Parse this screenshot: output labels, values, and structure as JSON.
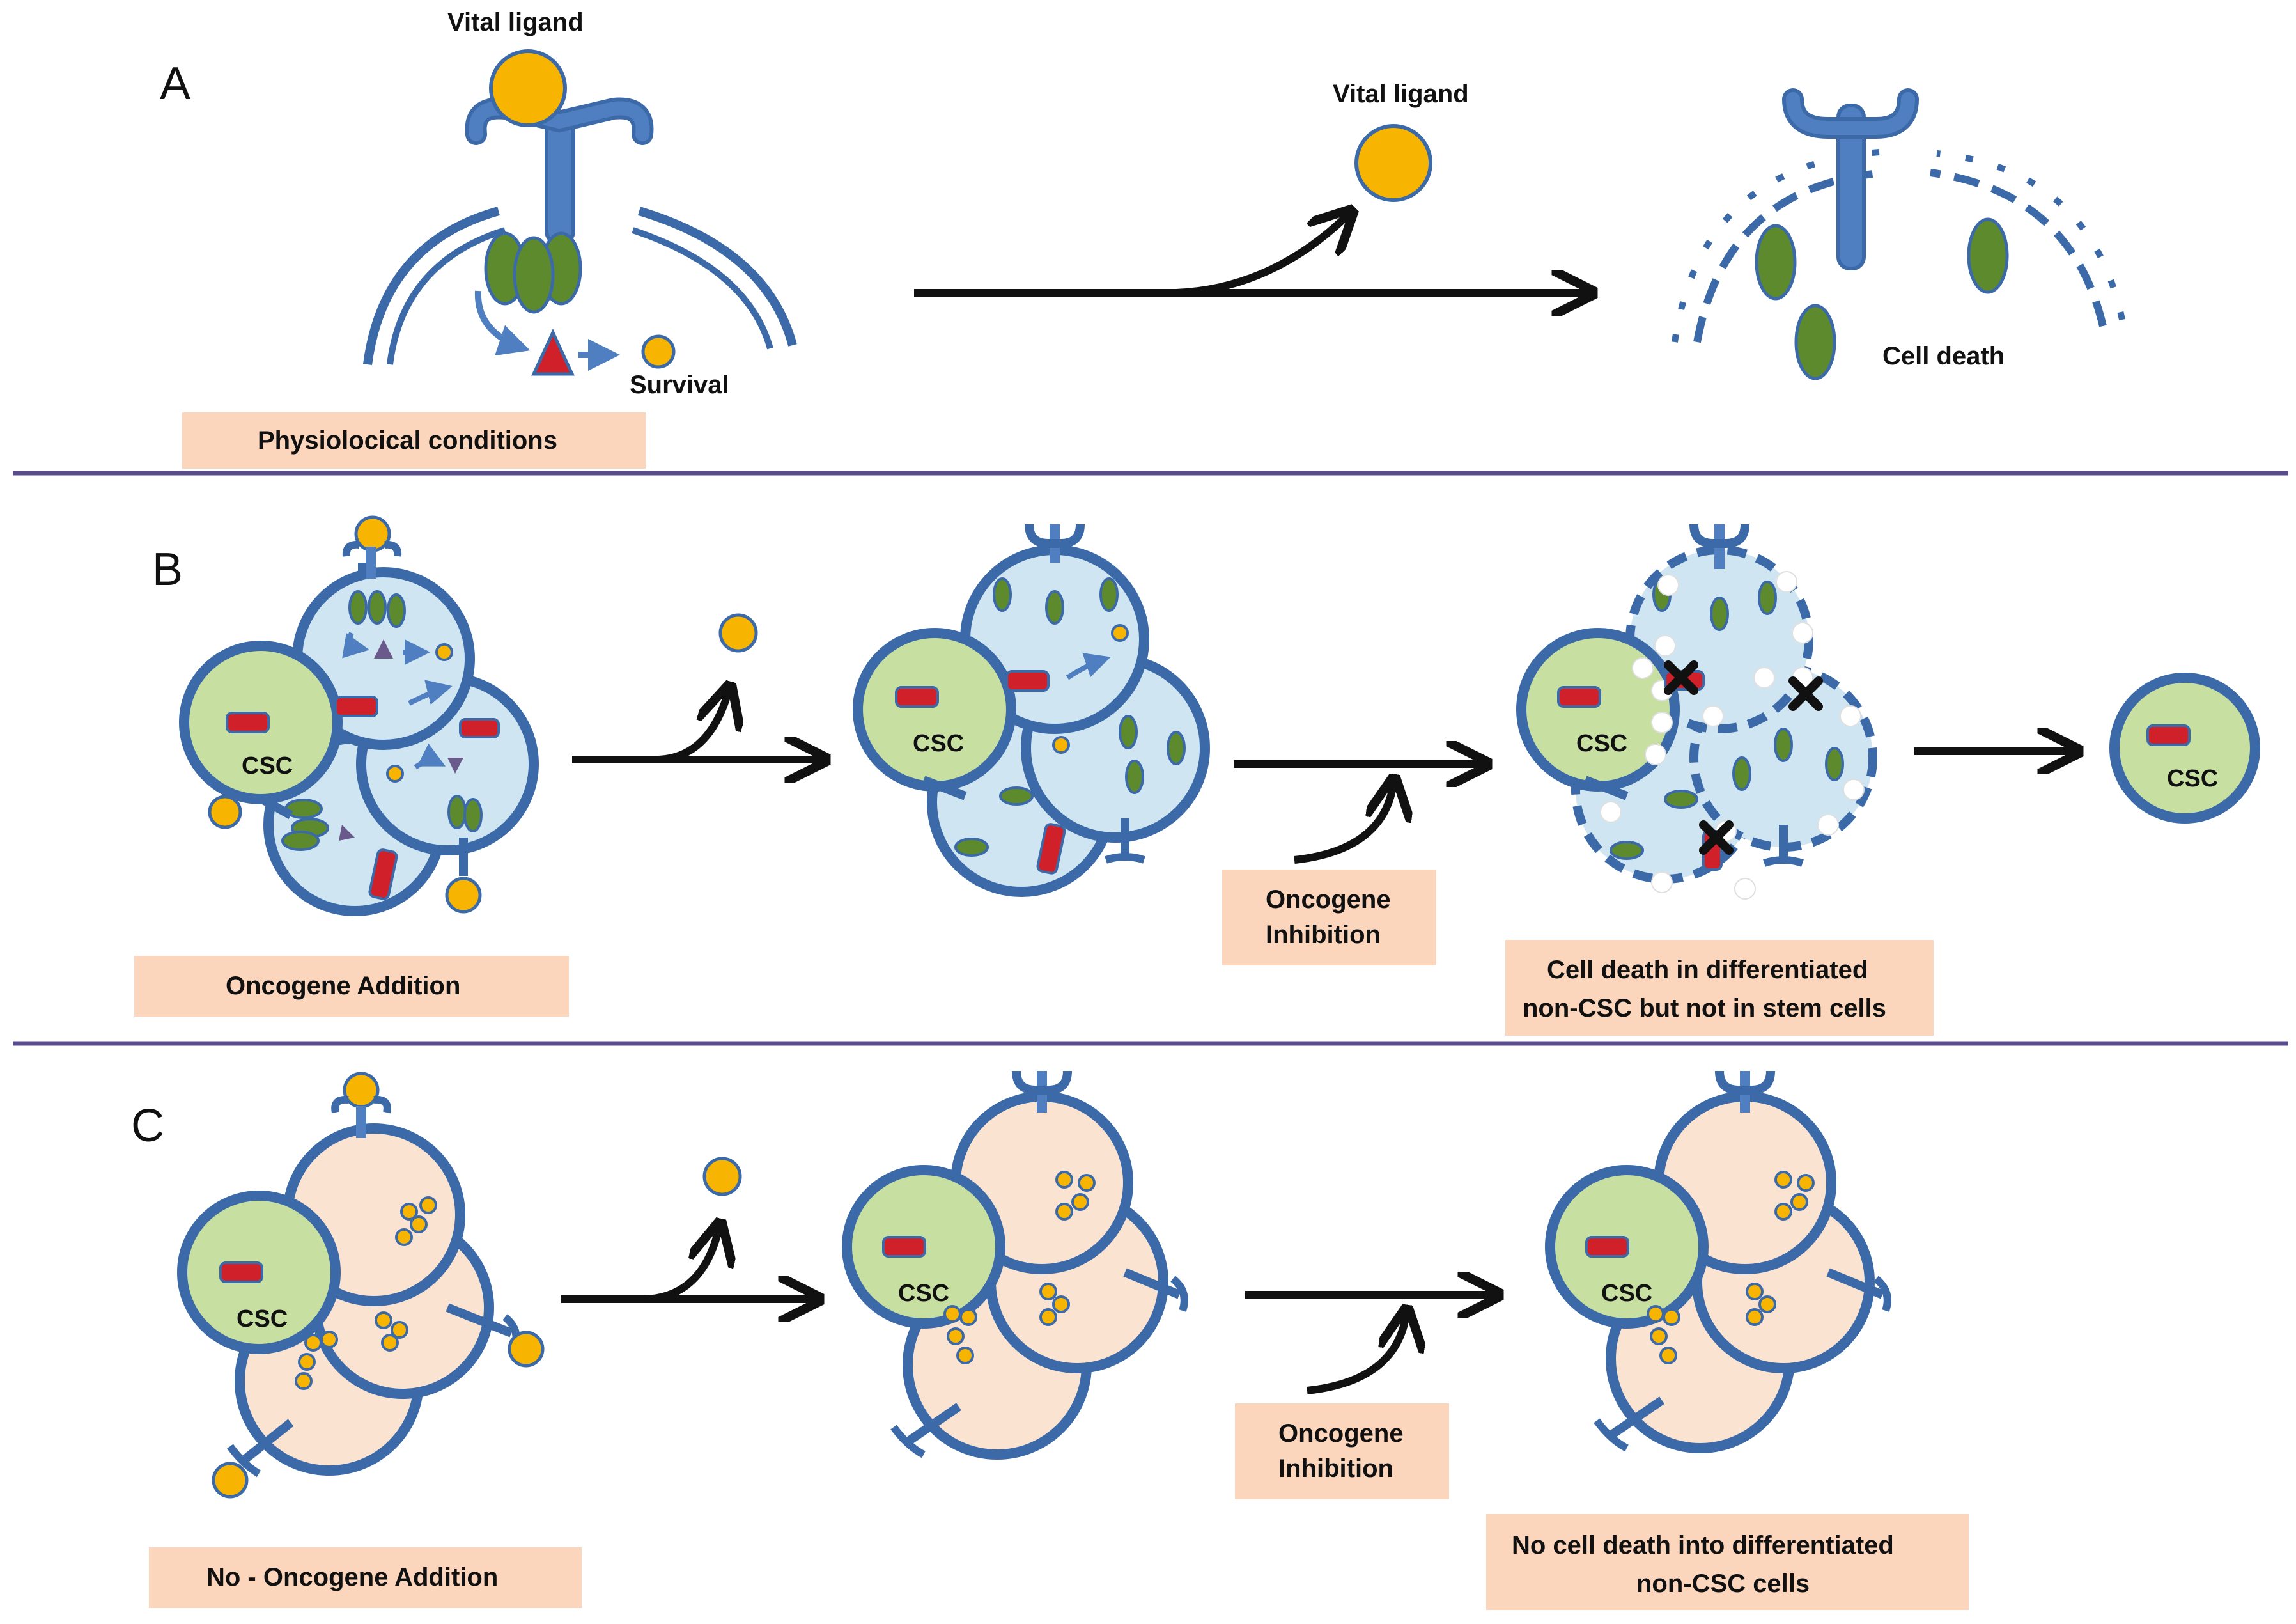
{
  "colors": {
    "membrane": "#3c6aa8",
    "receptor": "#4f7fc0",
    "ligand": "#f7b400",
    "ligand_stroke": "#3c6aa8",
    "green": "#5e8a2e",
    "csc_fill": "#c8dfa2",
    "blue_cell": "#cfe6f2",
    "peach_cell": "#fbe3d2",
    "box": "#fbd6bd",
    "red": "#d0202a",
    "divider": "#5a4b8a",
    "arrow": "#111111",
    "death_x": "#111111"
  },
  "panel_a": {
    "letter": "A",
    "ligand_label_left": "Vital ligand",
    "ligand_label_right": "Vital ligand",
    "survival_label": "Survival",
    "cell_death_label": "Cell death",
    "condition_box": "Physiolocical  conditions"
  },
  "panel_b": {
    "letter": "B",
    "csc_label": "CSC",
    "condition_box": "Oncogene Addition",
    "inhibition_box": [
      "Oncogene",
      "Inhibition"
    ],
    "result_box": [
      "Cell death in differentiated",
      "non-CSC but not in stem cells"
    ]
  },
  "panel_c": {
    "letter": "C",
    "csc_label": "CSC",
    "condition_box": "No - Oncogene Addition",
    "inhibition_box": [
      "Oncogene",
      "Inhibition"
    ],
    "result_box": [
      "No cell death into differentiated",
      "non-CSC cells"
    ]
  }
}
